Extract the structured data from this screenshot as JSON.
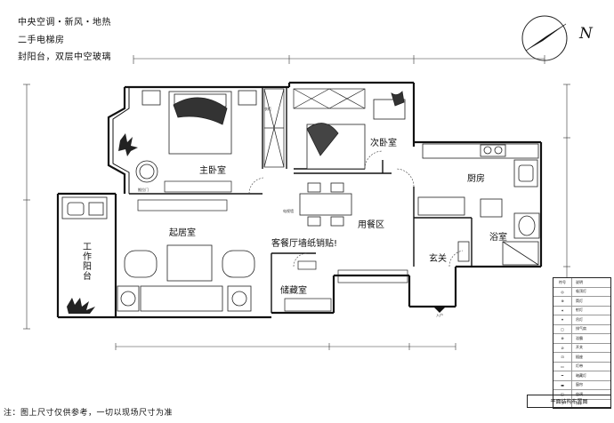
{
  "header_notes": [
    "中央空调・新风・地热",
    "二手电梯房",
    "封阳台，双层中空玻璃"
  ],
  "compass_letter": "N",
  "rooms": {
    "master_bedroom": "主卧室",
    "second_bedroom": "次卧室",
    "kitchen": "厨房",
    "dining": "用餐区",
    "living": "起居室",
    "bathroom": "浴室",
    "entrance": "玄关",
    "storage": "储藏室",
    "work_balcony": "工作阳台",
    "wallpaper_note": "客餐厅墙纸销贴!"
  },
  "small_labels": {
    "entry": "入户",
    "door_note": "推拉门",
    "wardrobe": "衣柜",
    "tv_wall": "电视墙"
  },
  "footer_note": "注：图上尺寸仅供参考，一切以现场尺寸为准",
  "legend_title": "平面结构布置图",
  "legend_rows": [
    {
      "sym": "符号",
      "desc": "说明"
    },
    {
      "sym": "◎",
      "desc": "吸顶灯"
    },
    {
      "sym": "⊕",
      "desc": "筒灯"
    },
    {
      "sym": "✶",
      "desc": "射灯"
    },
    {
      "sym": "⌖",
      "desc": "吊灯"
    },
    {
      "sym": "▢",
      "desc": "排气扇"
    },
    {
      "sym": "⊗",
      "desc": "浴霸"
    },
    {
      "sym": "⊘",
      "desc": "开关"
    },
    {
      "sym": "⊡",
      "desc": "插座"
    },
    {
      "sym": "▭",
      "desc": "灯带"
    },
    {
      "sym": "═",
      "desc": "暗藏灯"
    },
    {
      "sym": "▬",
      "desc": "窗帘"
    },
    {
      "sym": "◫",
      "desc": "空调"
    },
    {
      "sym": "?",
      "desc": "???"
    }
  ]
}
